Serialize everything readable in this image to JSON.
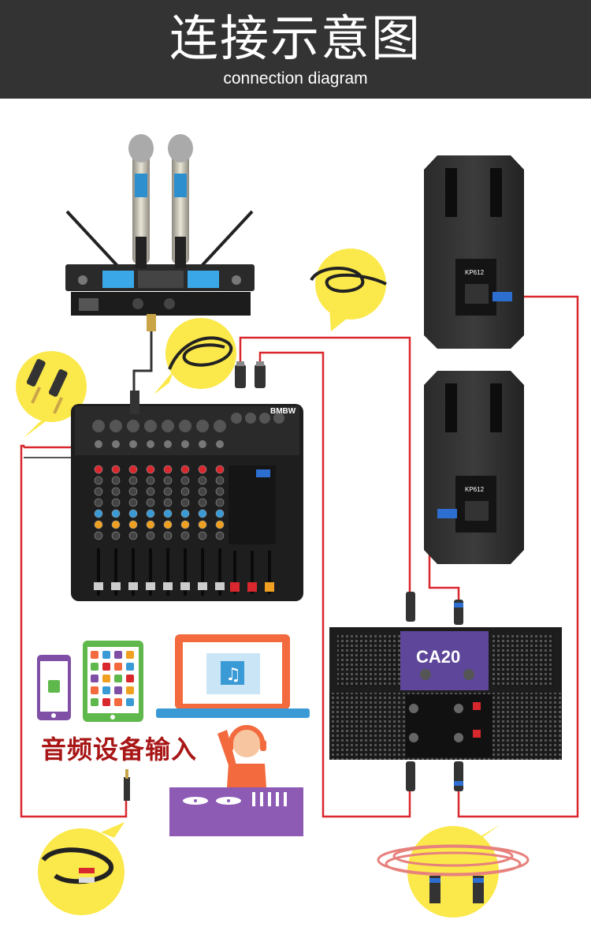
{
  "header": {
    "title_cn": "连接示意图",
    "title_en": "connection diagram"
  },
  "mixer": {
    "brand": "BMBW"
  },
  "speakers": [
    {
      "model": "KP612"
    },
    {
      "model": "KP612"
    }
  ],
  "amplifier": {
    "model": "CA20"
  },
  "audio_input_label": "音频设备输入",
  "colors": {
    "header_bg": "#333333",
    "cable_red": "#d9272e",
    "bubble_yellow": "#fbe84a",
    "label_red": "#a81616",
    "laptop_orange": "#f26a3d",
    "tablet_green": "#5fb84b",
    "phone_purple": "#7f4fa6",
    "dj_purple": "#8d5ab4"
  },
  "icons": [
    "microphone-icon",
    "phone-icon",
    "tablet-icon",
    "laptop-icon",
    "music-note-icon",
    "dj-person-icon",
    "cable-icon",
    "plug-icon"
  ]
}
